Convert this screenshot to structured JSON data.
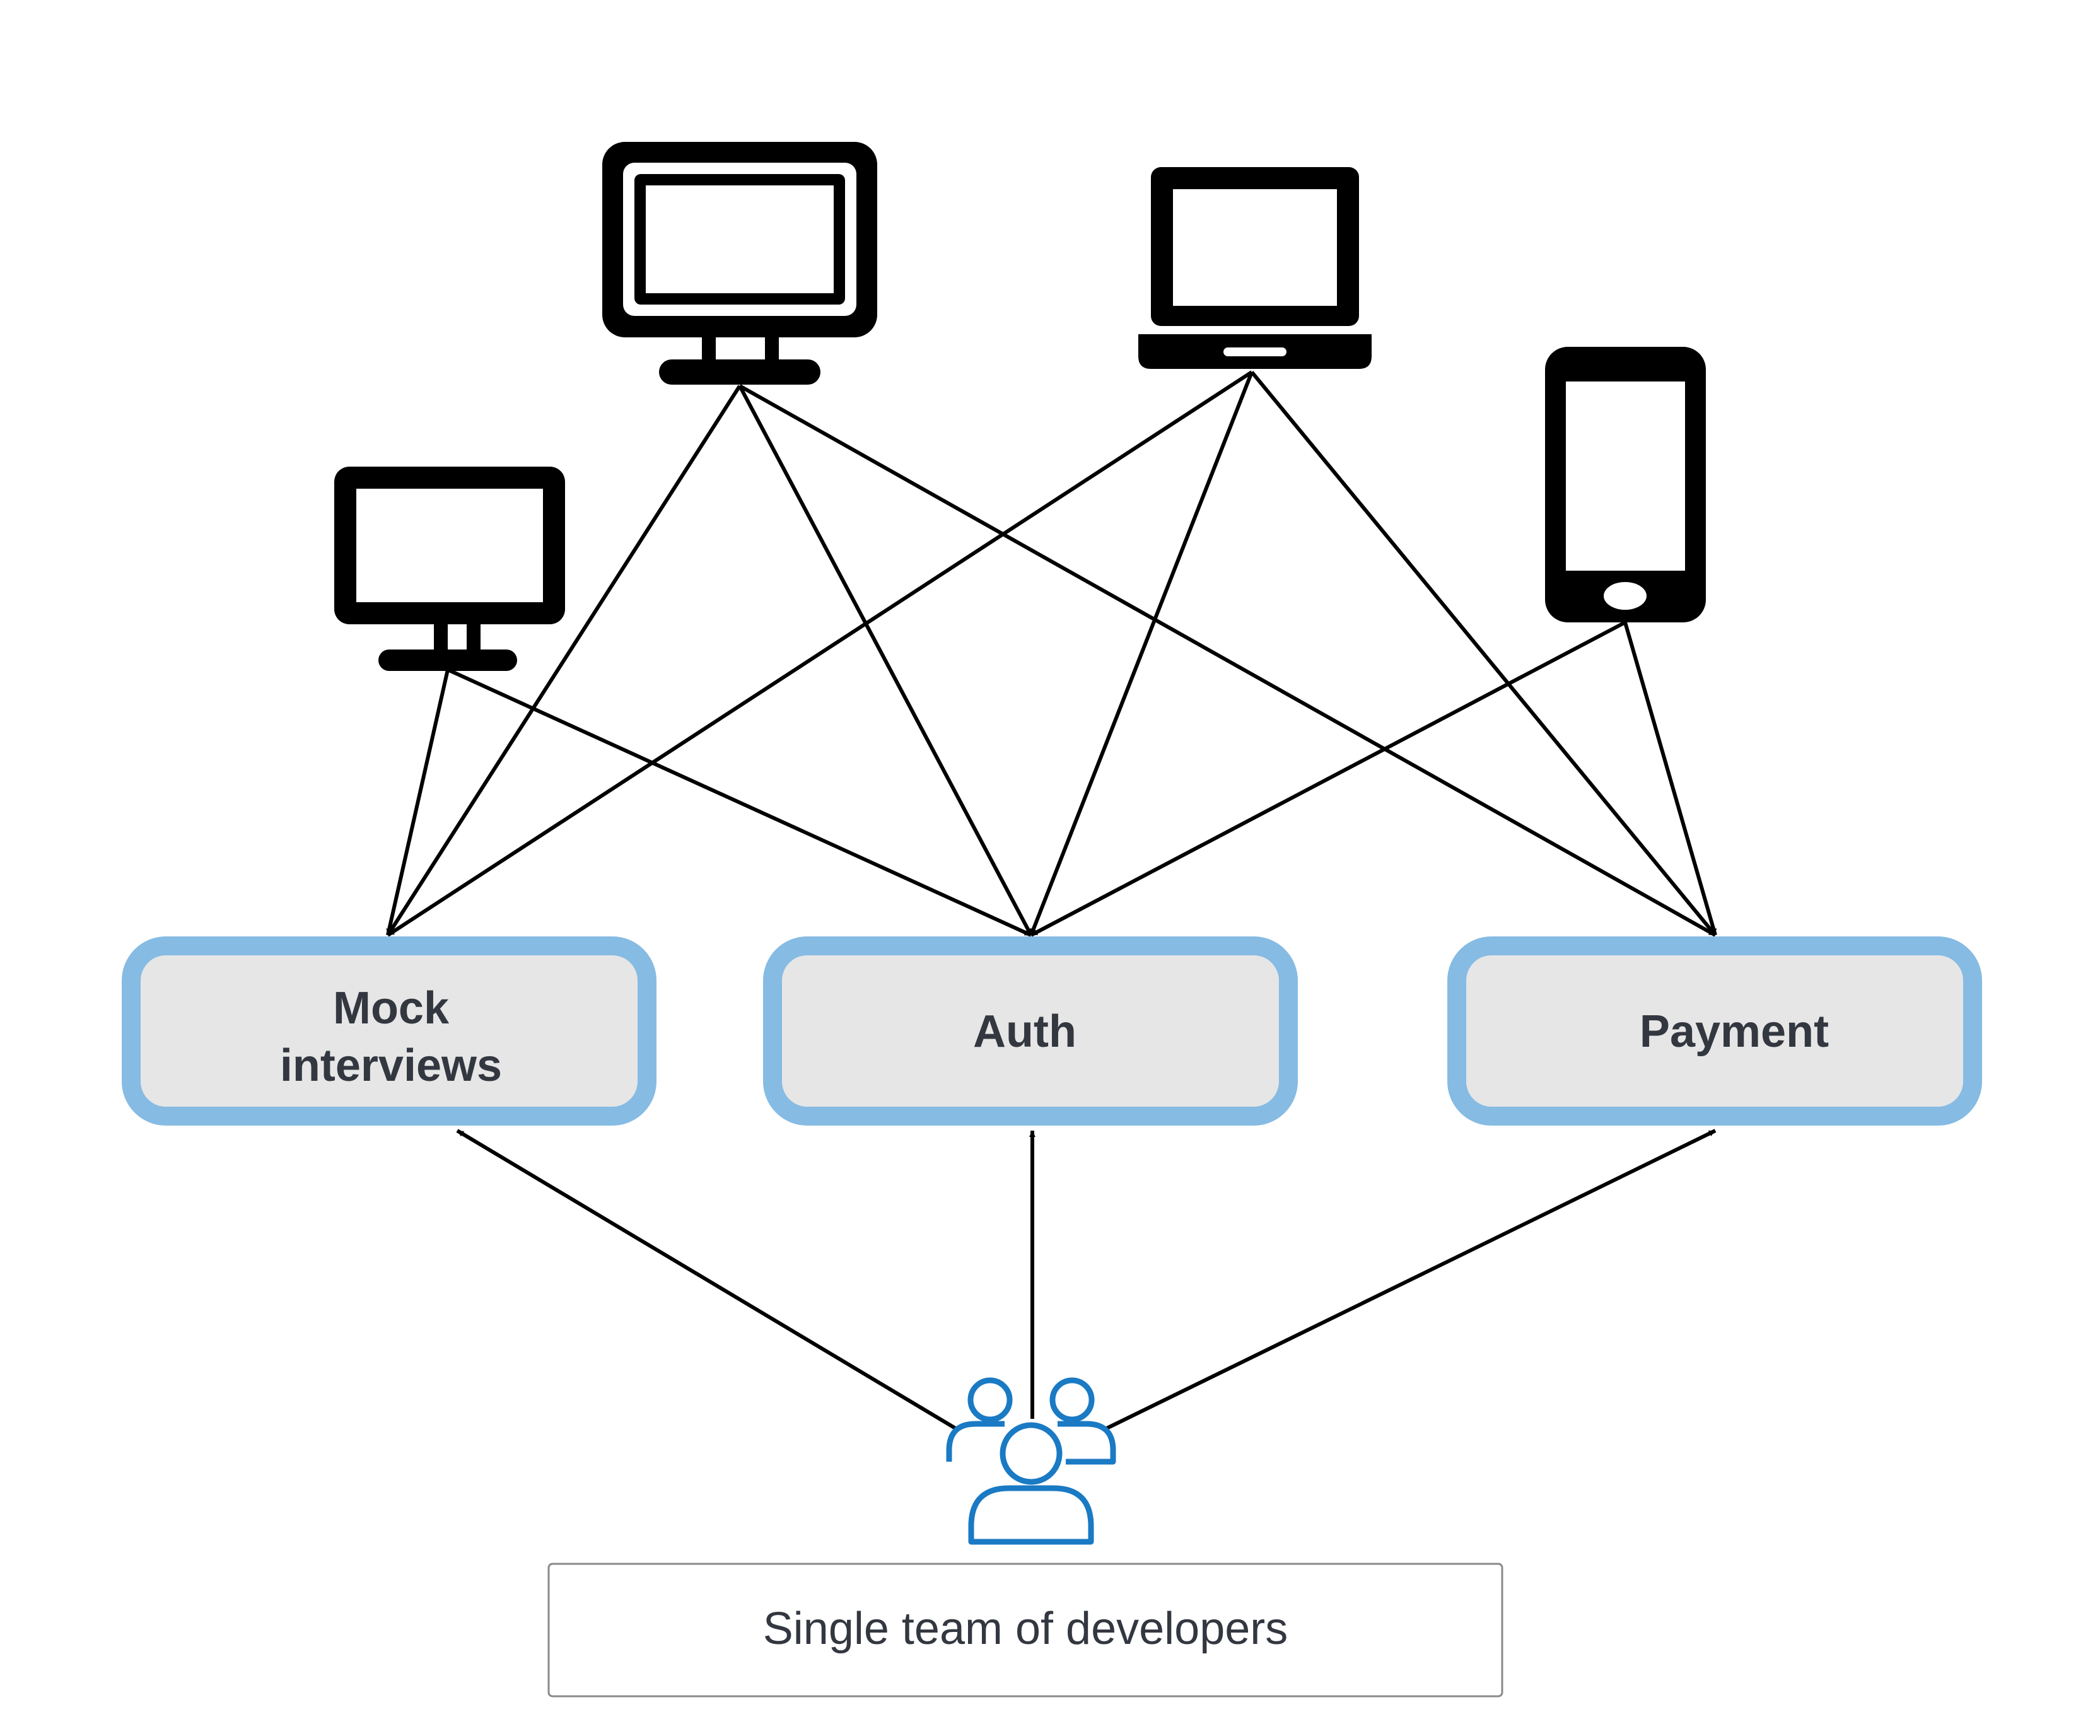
{
  "services": [
    {
      "id": "mock",
      "lines": [
        "Mock",
        "interviews"
      ]
    },
    {
      "id": "auth",
      "lines": [
        "Auth"
      ]
    },
    {
      "id": "payment",
      "lines": [
        "Payment"
      ]
    }
  ],
  "caption": "Single team of developers",
  "devices": [
    "small-monitor-icon",
    "large-monitor-icon",
    "laptop-icon",
    "smartphone-icon"
  ],
  "colors": {
    "node_fill": "#e6e6e6",
    "node_border": "#86bbe3",
    "team_icon": "#1a7ac4",
    "text": "#333740",
    "arrow": "#000000"
  }
}
